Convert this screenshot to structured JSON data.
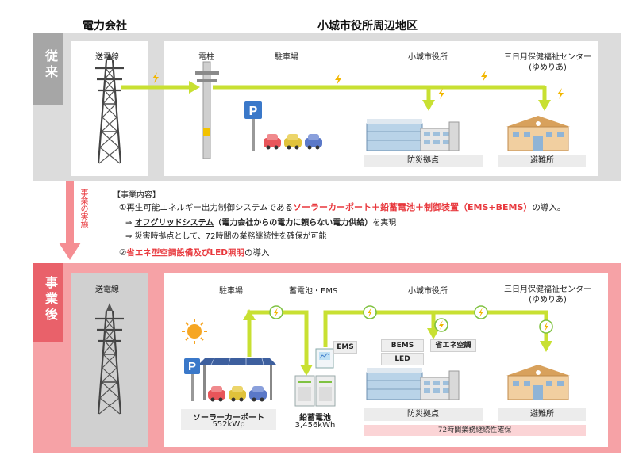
{
  "headers": {
    "power_company": "電力会社",
    "district": "小城市役所周辺地区"
  },
  "before": {
    "label": "従来",
    "transmission_line": "送電線",
    "utility_pole": "電柱",
    "parking": "駐車場",
    "city_hall": "小城市役所",
    "health_center": "三日月保健福祉センター",
    "health_center_sub": "(ゆめりあ)",
    "disaster_base": "防災拠点",
    "shelter": "避難所",
    "parking_sign": "P"
  },
  "arrow_label": "事業の実施",
  "project": {
    "heading": "【事業内容】",
    "line1_prefix": "①再生可能エネルギー出力制御システムである",
    "line1_highlight": "ソーラーカーポート＋鉛蓄電池＋制御装置（EMS+BEMS）",
    "line1_suffix": "の導入。",
    "line2_arrow": "⇒",
    "line2_underlined": "オフグリッドシステム",
    "line2_paren": "（電力会社からの電力に頼らない電力供給）",
    "line2_suffix": "を実現",
    "line3": "⇒ 災害時拠点として、72時間の業務継続性を確保が可能",
    "line4_prefix": "②",
    "line4_highlight": "省エネ型空調設備及びLED照明",
    "line4_suffix": "の導入"
  },
  "after": {
    "label": "事業後",
    "transmission_line": "送電線",
    "parking": "駐車場",
    "battery_ems": "蓄電池・EMS",
    "city_hall": "小城市役所",
    "health_center": "三日月保健福祉センター",
    "health_center_sub": "(ゆめりあ)",
    "ems_tag": "EMS",
    "bems_tag": "BEMS",
    "led_tag": "LED",
    "aircon_tag": "省エネ空調",
    "solar_carport": "ソーラーカーポート",
    "solar_capacity": "552kWp",
    "battery": "鉛蓄電池",
    "battery_capacity": "3,456kWh",
    "disaster_base": "防災拠点",
    "shelter": "避難所",
    "continuity": "72時間業務継続性確保",
    "parking_sign": "P"
  },
  "colors": {
    "flow_arrow": "#c8e032",
    "bolt": "#f2b600",
    "after_band": "#f6a2a6",
    "after_label": "#e9616a",
    "before_band": "#dcdcdc",
    "before_label": "#a6a6a6",
    "highlight_red": "#e8383d"
  }
}
